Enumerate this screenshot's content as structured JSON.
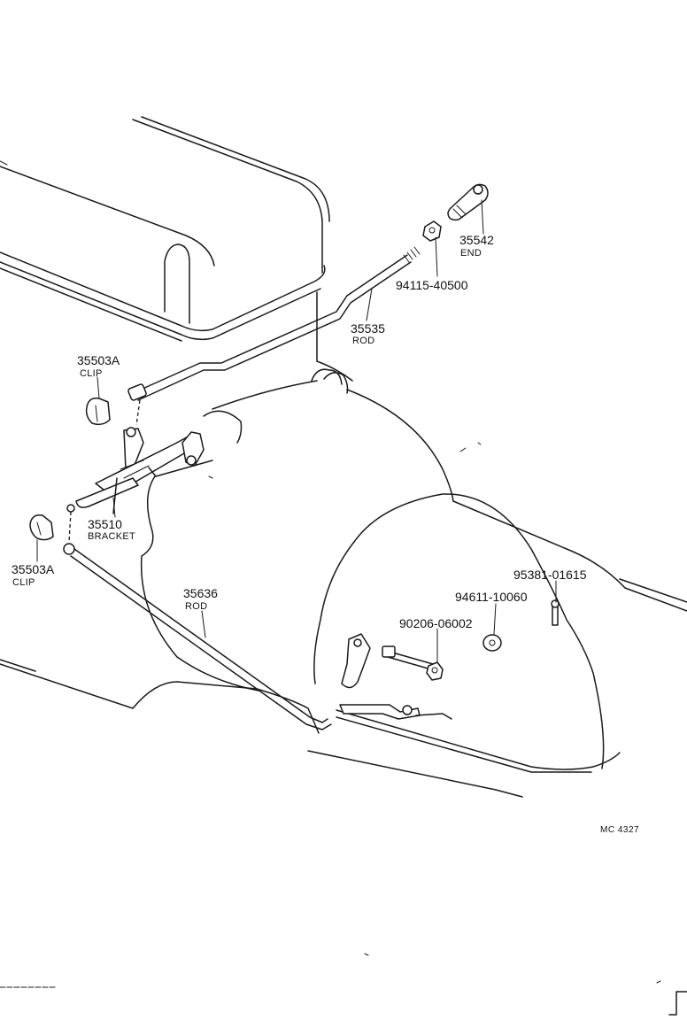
{
  "diagram_code": "MC 4327",
  "parts": [
    {
      "id": "end",
      "number": "35542",
      "name": "END"
    },
    {
      "id": "nut_top",
      "number": "94115-40500",
      "name": ""
    },
    {
      "id": "rod_upper",
      "number": "35535",
      "name": "ROD"
    },
    {
      "id": "clip_upper",
      "number": "35503A",
      "name": "CLIP"
    },
    {
      "id": "bracket",
      "number": "35510",
      "name": "BRACKET"
    },
    {
      "id": "clip_lower",
      "number": "35503A",
      "name": "CLIP"
    },
    {
      "id": "rod_lower",
      "number": "35636",
      "name": "ROD"
    },
    {
      "id": "cotter_pin",
      "number": "95381-01615",
      "name": ""
    },
    {
      "id": "washer",
      "number": "94611-10060",
      "name": ""
    },
    {
      "id": "nut_lower",
      "number": "90206-06002",
      "name": ""
    }
  ]
}
